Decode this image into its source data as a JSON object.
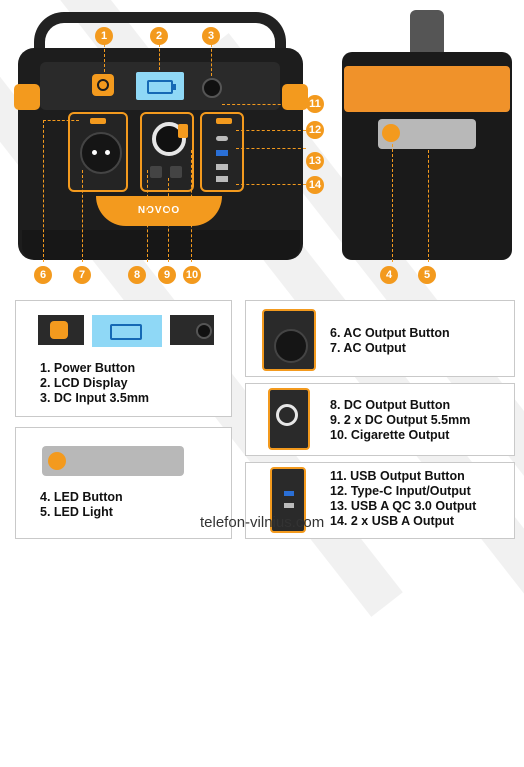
{
  "callouts": [
    "1",
    "2",
    "3",
    "4",
    "5",
    "6",
    "7",
    "8",
    "9",
    "10",
    "11",
    "12",
    "13",
    "14"
  ],
  "device": {
    "brand": "NOVOO"
  },
  "legend": {
    "group_top": [
      "1. Power Button",
      "2. LCD Display",
      "3. DC Input 3.5mm"
    ],
    "group_led": [
      "4. LED Button",
      "5. LED Light"
    ],
    "group_ac": [
      "6. AC Output Button",
      "7. AC Output"
    ],
    "group_dc": [
      "8. DC Output Button",
      "9. 2 x DC Output 5.5mm",
      "10. Cigarette Output"
    ],
    "group_usb": [
      "11. USB Output Button",
      "12. Type-C Input/Output",
      "13. USB A QC 3.0 Output",
      "14. 2 x USB A Output"
    ]
  },
  "watermark": "telefon-vilnius.com",
  "colors": {
    "accent": "#f39a1e",
    "device": "#1d1d1d"
  }
}
